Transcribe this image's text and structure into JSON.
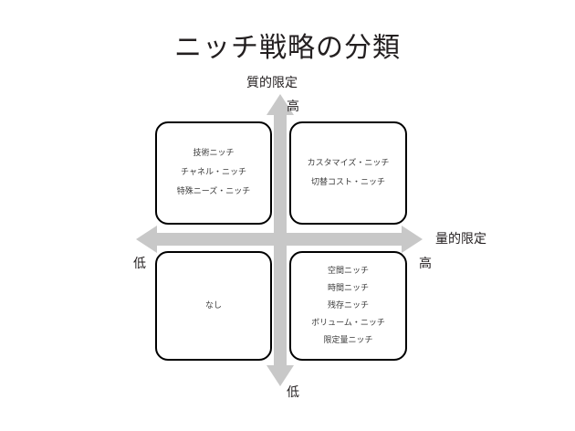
{
  "page": {
    "title": "ニッチ戦略の分類",
    "background_color": "#ffffff",
    "axis_color": "#c8c8c8",
    "box_border_color": "#000000",
    "text_color": "#231f20"
  },
  "axes": {
    "vertical": {
      "name": "質的限定",
      "high_label": "高",
      "low_label": "低"
    },
    "horizontal": {
      "name": "量的限定",
      "high_label": "高",
      "low_label": "低"
    }
  },
  "quadrants": {
    "top_left": {
      "name": "qualitative-high-quantitative-low",
      "items": [
        "技術ニッチ",
        "チャネル・ニッチ",
        "特殊ニーズ・ニッチ"
      ]
    },
    "top_right": {
      "name": "qualitative-high-quantitative-high",
      "items": [
        "カスタマイズ・ニッチ",
        "切替コスト・ニッチ"
      ]
    },
    "bottom_left": {
      "name": "qualitative-low-quantitative-low",
      "items": [
        "なし"
      ]
    },
    "bottom_right": {
      "name": "qualitative-low-quantitative-high",
      "items": [
        "空間ニッチ",
        "時間ニッチ",
        "残存ニッチ",
        "ボリューム・ニッチ",
        "限定量ニッチ"
      ]
    }
  }
}
